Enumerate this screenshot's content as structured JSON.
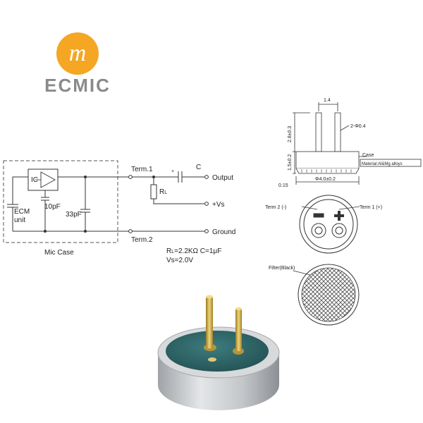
{
  "logo": {
    "brand": "ECMIC",
    "mark_letter": "m",
    "accent_color": "#f5a623",
    "text_color": "#8a8a8a"
  },
  "schematic": {
    "ic_label": "IC",
    "cap_10pf": "10pF",
    "cap_33pf": "33pF",
    "ecm_label_1": "ECM",
    "ecm_label_2": "unit",
    "mic_case": "Mic Case",
    "term1": "Term.1",
    "term2": "Term.2",
    "cap_c": "C",
    "plus_sign": "+",
    "rl_main": "R",
    "rl_sub": "L",
    "output": "Output",
    "vs_terminal": "+Vs",
    "ground": "Ground",
    "spec_rl_main": "R",
    "spec_rl_sub": "L",
    "spec_rl_rest": "=2.2KΩ   C=1μF",
    "spec_vs": "Vs=2.0V"
  },
  "dimensions": {
    "pin_spacing": "1.4",
    "pin_height": "2.8±0.3",
    "pin_diameter": "2-Φ0.4",
    "body_height": "1.5±0.2",
    "case_label": "Case",
    "material": "Material:Al&Mg alloys",
    "base_offset": "0.15",
    "diameter": "Φ4.0±0.2"
  },
  "terminals": {
    "term2_label": "Term 2 (-)",
    "term1_label": "Term 1 (+)"
  },
  "filter": {
    "label": "Filter(Black)"
  },
  "product_photo": {
    "body_color": "#c9cbcd",
    "pcb_color": "#2f6a6c",
    "pin_color": "#c9a23a"
  }
}
